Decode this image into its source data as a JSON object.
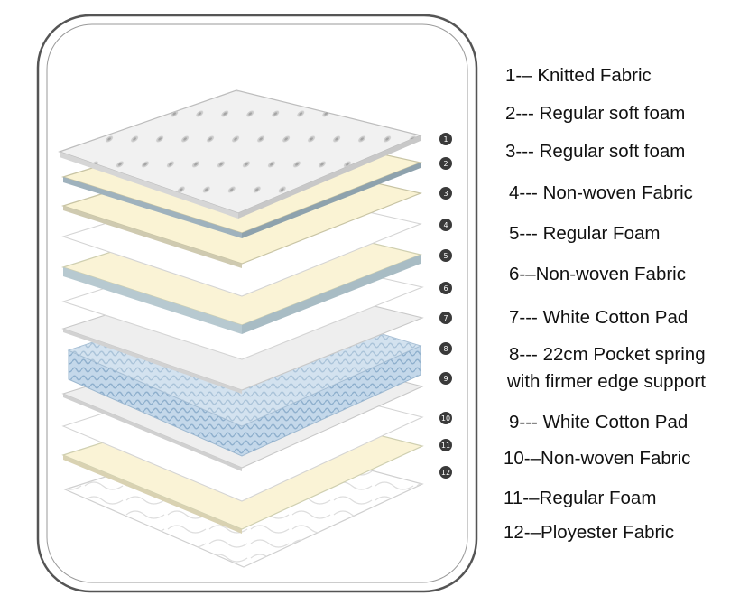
{
  "layer_badges": [
    "1",
    "2",
    "3",
    "4",
    "5",
    "6",
    "7",
    "8",
    "9",
    "10",
    "11",
    "12"
  ],
  "legend": [
    {
      "text": "1-– Knitted Fabric"
    },
    {
      "text": "2--- Regular soft foam"
    },
    {
      "text": "3--- Regular soft foam"
    },
    {
      "text": "4--- Non-woven Fabric"
    },
    {
      "text": "5--- Regular Foam"
    },
    {
      "text": "6-–Non-woven Fabric"
    },
    {
      "text": "7--- White Cotton Pad"
    },
    {
      "text": "8--- 22cm Pocket spring"
    },
    {
      "text": "with firmer edge support"
    },
    {
      "text": "9--- White Cotton Pad"
    },
    {
      "text": "10-–Non-woven Fabric"
    },
    {
      "text": "11-–Regular Foam"
    },
    {
      "text": "12-–Ployester Fabric"
    }
  ],
  "colors": {
    "frame": "#4d4d4d",
    "knitted_fabric": "#eeeeee",
    "soft_foam": "#faf3d4",
    "non_woven": "#ffffff",
    "regular_foam": "#faf3d6",
    "cotton_pad": "#eeeeee",
    "pocket_spring": "#bcd3e6",
    "badge": "#3a3a3a"
  }
}
